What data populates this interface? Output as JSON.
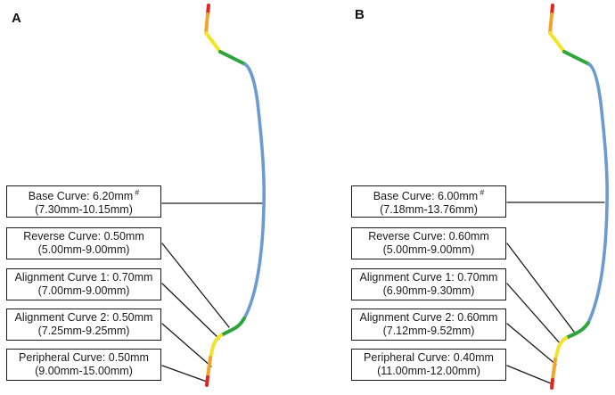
{
  "figure": {
    "panels": [
      {
        "label": "A",
        "boxes": [
          {
            "title": "Base Curve: 6.20mm",
            "sup": "#",
            "range": "(7.30mm-10.15mm)"
          },
          {
            "title": "Reverse Curve: 0.50mm",
            "range": "(5.00mm-9.00mm)"
          },
          {
            "title": "Alignment Curve 1: 0.70mm",
            "range": "(7.00mm-9.00mm)"
          },
          {
            "title": "Alignment Curve 2: 0.50mm",
            "range": "(7.25mm-9.25mm)"
          },
          {
            "title": "Peripheral Curve: 0.50mm",
            "range": "(9.00mm-15.00mm)"
          }
        ]
      },
      {
        "label": "B",
        "boxes": [
          {
            "title": "Base Curve: 6.00mm",
            "sup": "#",
            "range": "(7.18mm-13.76mm)"
          },
          {
            "title": "Reverse Curve: 0.60mm",
            "range": "(5.00mm-9.00mm)"
          },
          {
            "title": "Alignment Curve 1: 0.70mm",
            "range": "(6.90mm-9.30mm)"
          },
          {
            "title": "Alignment Curve 2: 0.60mm",
            "range": "(7.12mm-9.52mm)"
          },
          {
            "title": "Peripheral Curve: 0.40mm",
            "range": "(11.00mm-12.00mm)"
          }
        ]
      }
    ],
    "colors": {
      "base_curve": "#6c9bd2",
      "reverse_curve": "#2ea43c",
      "alignment_curve_1": "#f2e32b",
      "alignment_curve_2": "#f0a42c",
      "peripheral_curve": "#e02620",
      "leader_line": "#1a1a1a"
    }
  }
}
